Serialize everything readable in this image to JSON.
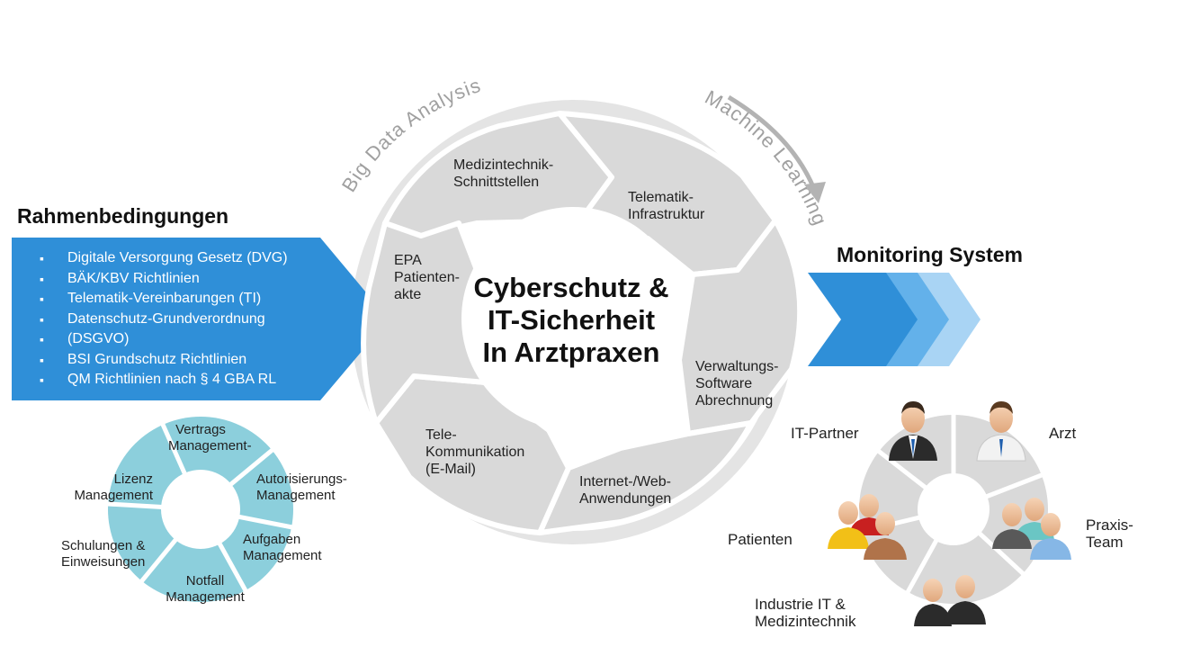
{
  "rahmen": {
    "title": "Rahmenbedingungen",
    "items": [
      "Digitale Versorgung  Gesetz (DVG)",
      "BÄK/KBV Richtlinien",
      "Telematik-Vereinbarungen (TI)",
      "Datenschutz-Grundverordnung",
      "(DSGVO)",
      "BSI Grundschutz  Richtlinien",
      "QM Richtlinien nach § 4 GBA  RL"
    ]
  },
  "ring_text": {
    "big_data": "Big Data Analysis",
    "machine_learning": "Machine Learning"
  },
  "center": {
    "line1": "Cyberschutz &",
    "line2": "IT-Sicherheit",
    "line3": "In Arztpraxen"
  },
  "cycle": {
    "medizintechnik": [
      "Medizintechnik-",
      "Schnittstellen"
    ],
    "telematik": [
      "Telematik-",
      "Infrastruktur"
    ],
    "verwaltung": [
      "Verwaltungs-",
      "Software",
      "Abrechnung"
    ],
    "internet": [
      "Internet-/Web-",
      "Anwendungen"
    ],
    "tele": [
      "Tele-",
      "Kommunikation",
      "(E-Mail)"
    ],
    "epa": [
      "EPA",
      "Patienten-",
      "akte"
    ]
  },
  "management_wheel": {
    "vertrag": [
      "Vertrags",
      "Management",
      "-"
    ],
    "autorisierung": [
      "Autorisierungs-",
      "Management"
    ],
    "aufgaben": [
      "Aufgaben",
      "Management"
    ],
    "notfall": [
      "Notfall",
      "Management"
    ],
    "schulungen": [
      "Schulungen &",
      "Einweisungen"
    ],
    "lizenz": [
      "Lizenz",
      "Management"
    ]
  },
  "monitoring": {
    "title": "Monitoring System"
  },
  "stakeholders": {
    "it_partner": "IT-Partner",
    "arzt": "Arzt",
    "praxis_team": [
      "Praxis-",
      "Team"
    ],
    "patienten": "Patienten",
    "industrie": [
      "Industrie IT &",
      "Medizintechnik"
    ]
  },
  "colors": {
    "blue": "#2f8fd8",
    "blue_mid": "#63b1ea",
    "blue_light": "#a9d4f4",
    "teal": "#8ccfdc",
    "gray": "#d9d9d9",
    "gray_dark": "#bdbdbd"
  }
}
